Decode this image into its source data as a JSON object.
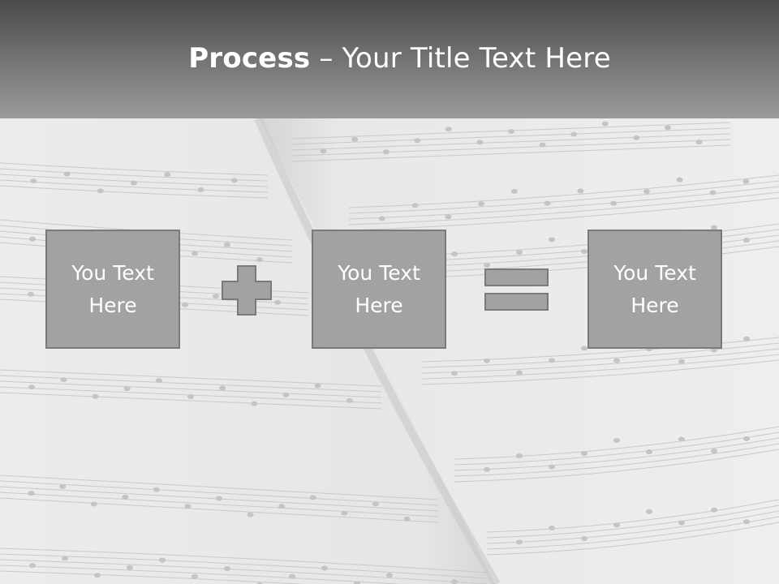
{
  "slide": {
    "title_bold": "Process",
    "title_rest": " – Your Title Text Here"
  },
  "boxes": [
    {
      "text": "You Text Here"
    },
    {
      "text": "You Text Here"
    },
    {
      "text": "You Text Here"
    }
  ],
  "operators": [
    "plus-icon",
    "equals-icon"
  ],
  "colors": {
    "header_dark": "#4a4a4a",
    "header_light": "#9a9a9a",
    "box_fill": "#a2a2a2",
    "box_border": "#7a7a7a",
    "text": "#ffffff"
  }
}
